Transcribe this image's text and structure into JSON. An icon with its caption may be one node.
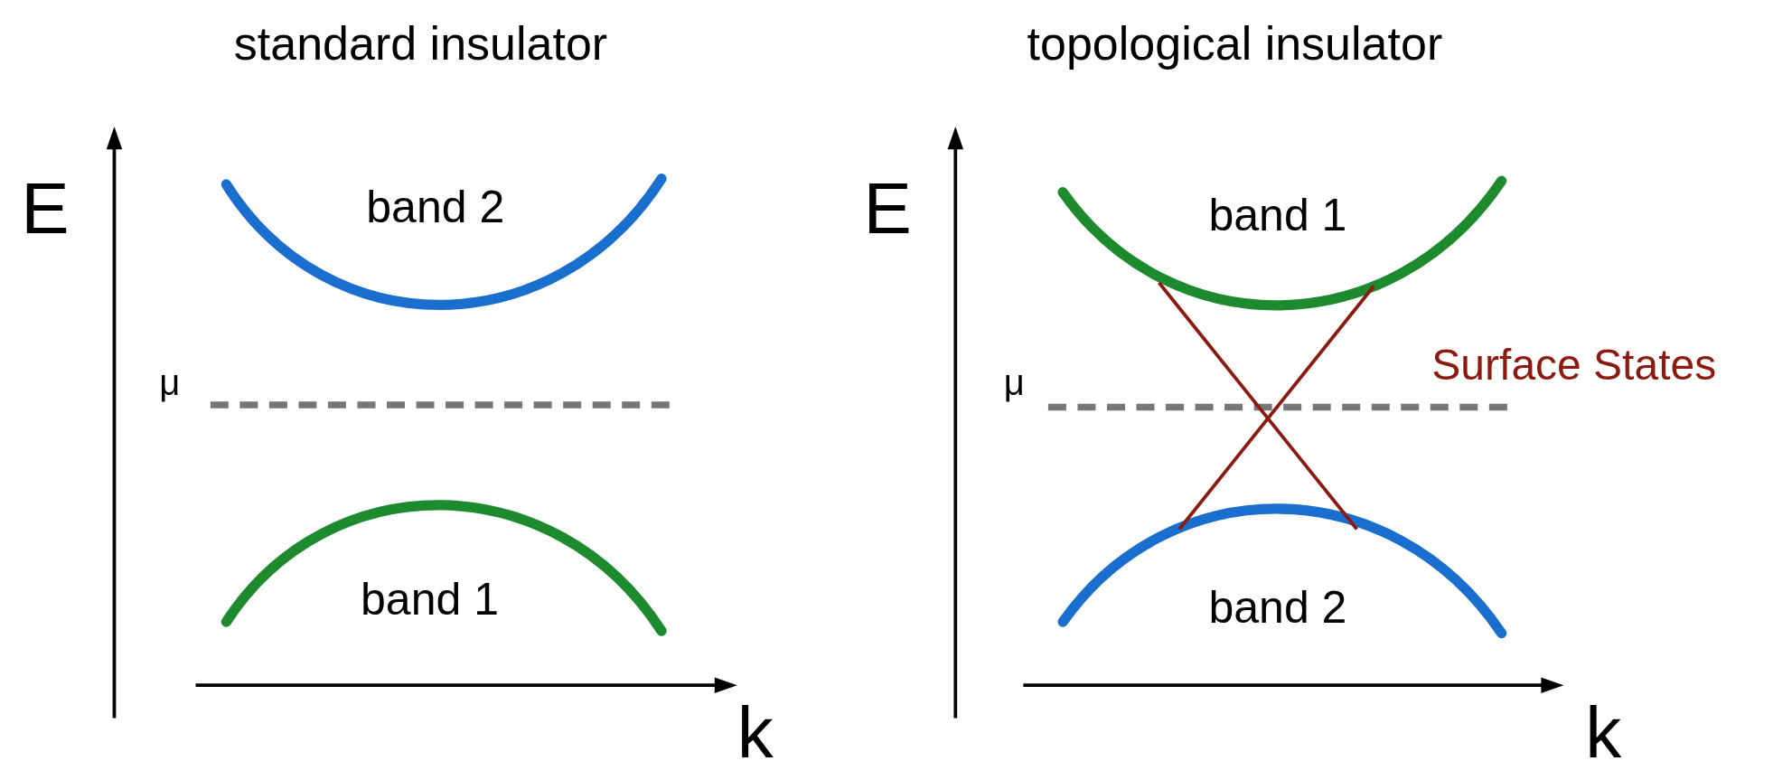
{
  "diagram": {
    "labels": [
      "standard insulator",
      "topological insulator",
      "E",
      "band 2",
      "E",
      "band 1",
      "Surface States",
      "μ",
      "μ",
      "band 1",
      "band 2",
      "k",
      "k"
    ]
  }
}
